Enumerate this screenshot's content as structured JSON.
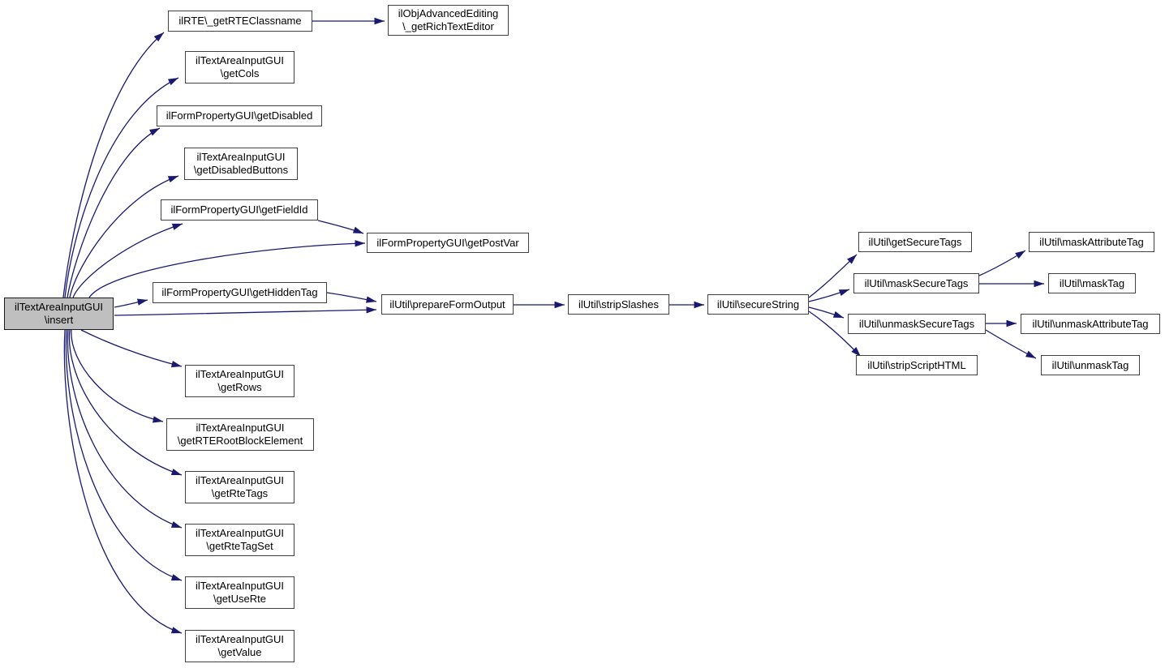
{
  "diagram": {
    "kind": "call-graph",
    "colors": {
      "background": "#ffffff",
      "edge": "#191970",
      "node_fill": "#ffffff",
      "node_border": "#414141",
      "focus_node_fill": "#bfbfbf",
      "focus_node_border": "#1a1a1a",
      "text": "#000000"
    },
    "nodes": {
      "insert": {
        "label": "ilTextAreaInputGUI\n\\insert"
      },
      "getRTEClassname": {
        "label": "ilRTE\\_getRTEClassname"
      },
      "getRichTextEditor": {
        "label": "ilObjAdvancedEditing\n\\_getRichTextEditor"
      },
      "getCols": {
        "label": "ilTextAreaInputGUI\n\\getCols"
      },
      "getDisabled": {
        "label": "ilFormPropertyGUI\\getDisabled"
      },
      "getDisabledButtons": {
        "label": "ilTextAreaInputGUI\n\\getDisabledButtons"
      },
      "getFieldId": {
        "label": "ilFormPropertyGUI\\getFieldId"
      },
      "getPostVar": {
        "label": "ilFormPropertyGUI\\getPostVar"
      },
      "getHiddenTag": {
        "label": "ilFormPropertyGUI\\getHiddenTag"
      },
      "prepareFormOutput": {
        "label": "ilUtil\\prepareFormOutput"
      },
      "stripSlashes": {
        "label": "ilUtil\\stripSlashes"
      },
      "secureString": {
        "label": "ilUtil\\secureString"
      },
      "getSecureTags": {
        "label": "ilUtil\\getSecureTags"
      },
      "maskSecureTags": {
        "label": "ilUtil\\maskSecureTags"
      },
      "unmaskSecureTags": {
        "label": "ilUtil\\unmaskSecureTags"
      },
      "stripScriptHTML": {
        "label": "ilUtil\\stripScriptHTML"
      },
      "maskAttributeTag": {
        "label": "ilUtil\\maskAttributeTag"
      },
      "maskTag": {
        "label": "ilUtil\\maskTag"
      },
      "unmaskAttributeTag": {
        "label": "ilUtil\\unmaskAttributeTag"
      },
      "unmaskTag": {
        "label": "ilUtil\\unmaskTag"
      },
      "getRows": {
        "label": "ilTextAreaInputGUI\n\\getRows"
      },
      "getRTERootBlockElement": {
        "label": "ilTextAreaInputGUI\n\\getRTERootBlockElement"
      },
      "getRteTags": {
        "label": "ilTextAreaInputGUI\n\\getRteTags"
      },
      "getRteTagSet": {
        "label": "ilTextAreaInputGUI\n\\getRteTagSet"
      },
      "getUseRte": {
        "label": "ilTextAreaInputGUI\n\\getUseRte"
      },
      "getValue": {
        "label": "ilTextAreaInputGUI\n\\getValue"
      }
    },
    "edges": [
      {
        "from": "insert",
        "to": "getRTEClassname"
      },
      {
        "from": "insert",
        "to": "getCols"
      },
      {
        "from": "insert",
        "to": "getDisabled"
      },
      {
        "from": "insert",
        "to": "getDisabledButtons"
      },
      {
        "from": "insert",
        "to": "getFieldId"
      },
      {
        "from": "insert",
        "to": "getPostVar"
      },
      {
        "from": "insert",
        "to": "getHiddenTag"
      },
      {
        "from": "insert",
        "to": "prepareFormOutput"
      },
      {
        "from": "insert",
        "to": "getRows"
      },
      {
        "from": "insert",
        "to": "getRTERootBlockElement"
      },
      {
        "from": "insert",
        "to": "getRteTags"
      },
      {
        "from": "insert",
        "to": "getRteTagSet"
      },
      {
        "from": "insert",
        "to": "getUseRte"
      },
      {
        "from": "insert",
        "to": "getValue"
      },
      {
        "from": "getRTEClassname",
        "to": "getRichTextEditor"
      },
      {
        "from": "getFieldId",
        "to": "getPostVar"
      },
      {
        "from": "getHiddenTag",
        "to": "prepareFormOutput"
      },
      {
        "from": "prepareFormOutput",
        "to": "stripSlashes"
      },
      {
        "from": "stripSlashes",
        "to": "secureString"
      },
      {
        "from": "secureString",
        "to": "getSecureTags"
      },
      {
        "from": "secureString",
        "to": "maskSecureTags"
      },
      {
        "from": "secureString",
        "to": "unmaskSecureTags"
      },
      {
        "from": "secureString",
        "to": "stripScriptHTML"
      },
      {
        "from": "maskSecureTags",
        "to": "maskAttributeTag"
      },
      {
        "from": "maskSecureTags",
        "to": "maskTag"
      },
      {
        "from": "unmaskSecureTags",
        "to": "unmaskAttributeTag"
      },
      {
        "from": "unmaskSecureTags",
        "to": "unmaskTag"
      }
    ]
  }
}
